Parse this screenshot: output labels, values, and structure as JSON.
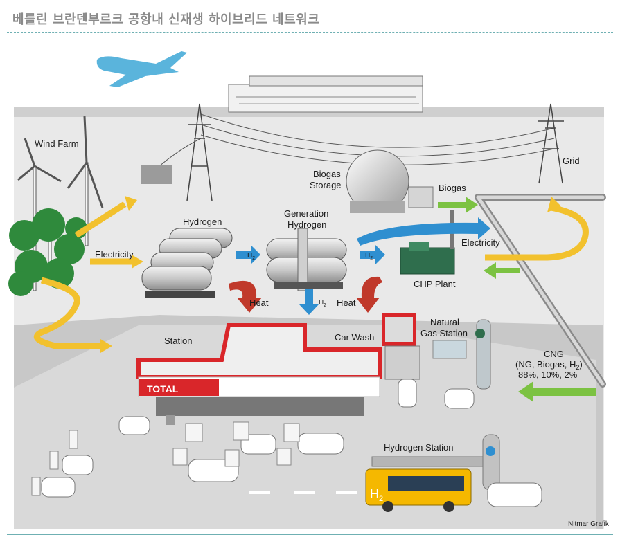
{
  "header": {
    "title": "베를린 브란덴부르크 공항내 신재생 하이브리드 네트워크"
  },
  "labels": {
    "wind_farm": "Wind Farm",
    "grid": "Grid",
    "biogas_storage_1": "Biogas",
    "biogas_storage_2": "Storage",
    "biogas": "Biogas",
    "generation_hydrogen_1": "Generation",
    "generation_hydrogen_2": "Hydrogen",
    "hydrogen": "Hydrogen",
    "electricity_left": "Electricity",
    "electricity_right": "Electricity",
    "h2_1": "H",
    "h2_2": "H",
    "h2_3": "H",
    "h2_sub": "2",
    "heat_1": "Heat",
    "heat_2": "Heat",
    "chp_plant": "CHP Plant",
    "station": "Station",
    "car_wash": "Car Wash",
    "natural_gas_station_1": "Natural",
    "natural_gas_station_2": "Gas Station",
    "cng_1": "CNG",
    "cng_2": "(NG, Biogas, H",
    "cng_2_end": ")",
    "cng_3": "88%, 10%,  2%",
    "hydrogen_station": "Hydrogen Station",
    "total_logo": "TOTAL",
    "bus_h2": "H",
    "credit": "Nitmar Grafik"
  },
  "colors": {
    "header_line": "#6fb0b3",
    "title_gray": "#8a8a8a",
    "arrow_yellow": "#f2c12e",
    "arrow_blue": "#2f8fd0",
    "arrow_red": "#c0392b",
    "arrow_green": "#7cc242",
    "total_red": "#d9262a",
    "bus_yellow": "#f5b800",
    "airplane": "#5ab4dc"
  }
}
